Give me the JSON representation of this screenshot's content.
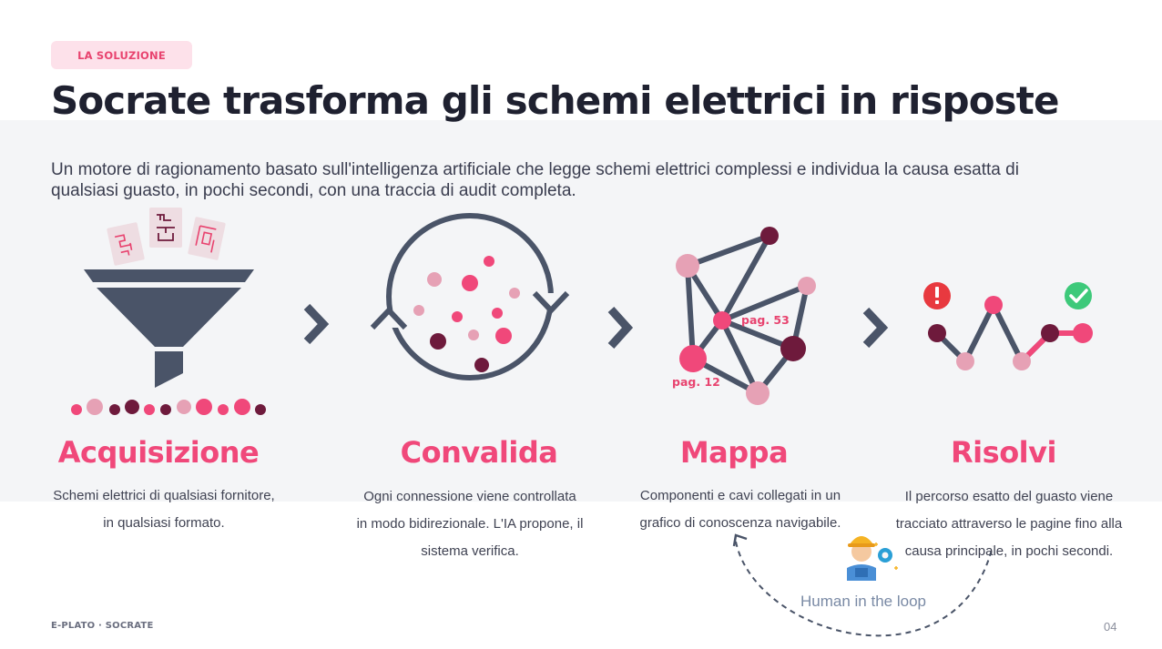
{
  "header": {
    "tag": "LA SOLUZIONE",
    "title": "Socrate trasforma gli schemi elettrici in risposte",
    "subtitle": "Un motore di ragionamento basato sull'intelligenza artificiale che legge schemi elettrici complessi e individua la causa esatta di qualsiasi guasto, in pochi secondi, con una traccia di audit completa."
  },
  "steps": [
    {
      "title": "Acquisizione",
      "desc_line1": "Schemi elettrici di qualsiasi fornitore,",
      "desc_line2": "in qualsiasi formato.",
      "desc_line3": ""
    },
    {
      "title": "Convalida",
      "desc_line1": "Ogni connessione viene controllata",
      "desc_line2": "in modo bidirezionale. L'IA propone, il",
      "desc_line3": "sistema verifica."
    },
    {
      "title": "Mappa",
      "desc_line1": "Componenti e cavi collegati in un",
      "desc_line2": "grafico di conoscenza navigabile.",
      "desc_line3": ""
    },
    {
      "title": "Risolvi",
      "desc_line1": "Il percorso esatto del guasto viene",
      "desc_line2": "tracciato attraverso le pagine fino alla",
      "desc_line3": "causa principale, in pochi secondi."
    }
  ],
  "graph_labels": {
    "page_a": "pag. 53",
    "page_b": "pag. 12"
  },
  "human_in_the_loop": "Human in the loop",
  "footer": {
    "left": "E-PLATO · SOCRATE",
    "page_number": "04"
  },
  "colors": {
    "accent": "#f0487a",
    "dark": "#4a5468",
    "maroon": "#6e1a3c",
    "pink_light": "#e6a1b5",
    "tag_bg": "#fde1ea"
  },
  "icons": [
    "funnel-icon",
    "cycle-icon",
    "graph-icon",
    "path-icon",
    "chevron-right-icon",
    "alert-icon",
    "check-icon",
    "engineer-icon"
  ]
}
